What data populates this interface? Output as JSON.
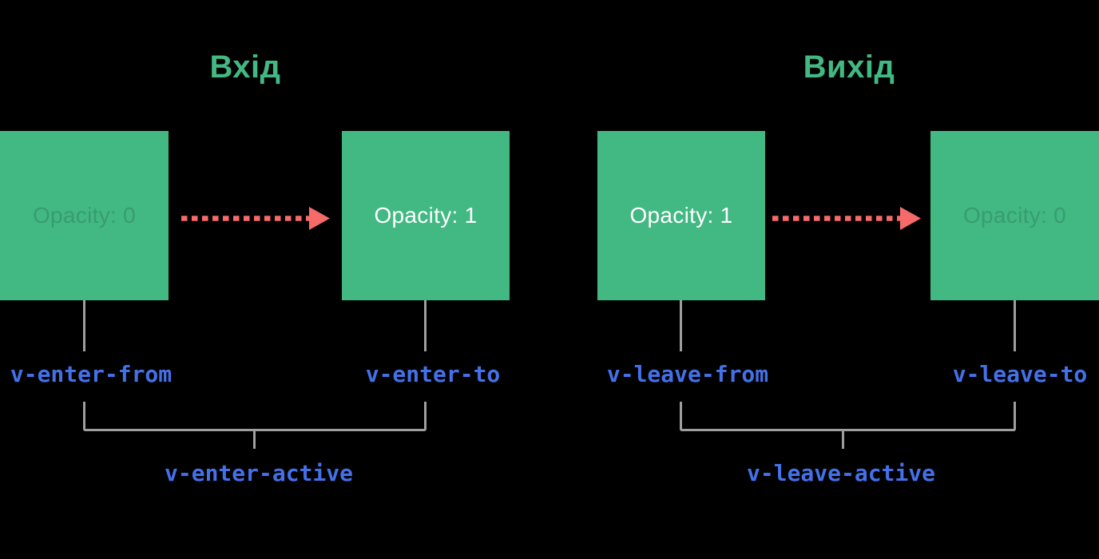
{
  "colors": {
    "background": "#000000",
    "green": "#42b883",
    "red": "#f76a6a",
    "blue": "#4470e8",
    "gray-line": "#9e9e9e",
    "white-text": "#ffffff",
    "faded-text": "rgba(0,0,0,0.15)"
  },
  "icons": {
    "enter_arrow": "dashed-right-arrow",
    "leave_arrow": "dashed-right-arrow"
  },
  "enter_section": {
    "title": "Вхід",
    "from_box": {
      "label": "Opacity: 0"
    },
    "to_box": {
      "label": "Opacity: 1"
    },
    "from_class": "v-enter-from",
    "to_class": "v-enter-to",
    "active_class": "v-enter-active"
  },
  "leave_section": {
    "title": "Вихід",
    "from_box": {
      "label": "Opacity: 1"
    },
    "to_box": {
      "label": "Opacity: 0"
    },
    "from_class": "v-leave-from",
    "to_class": "v-leave-to",
    "active_class": "v-leave-active"
  }
}
